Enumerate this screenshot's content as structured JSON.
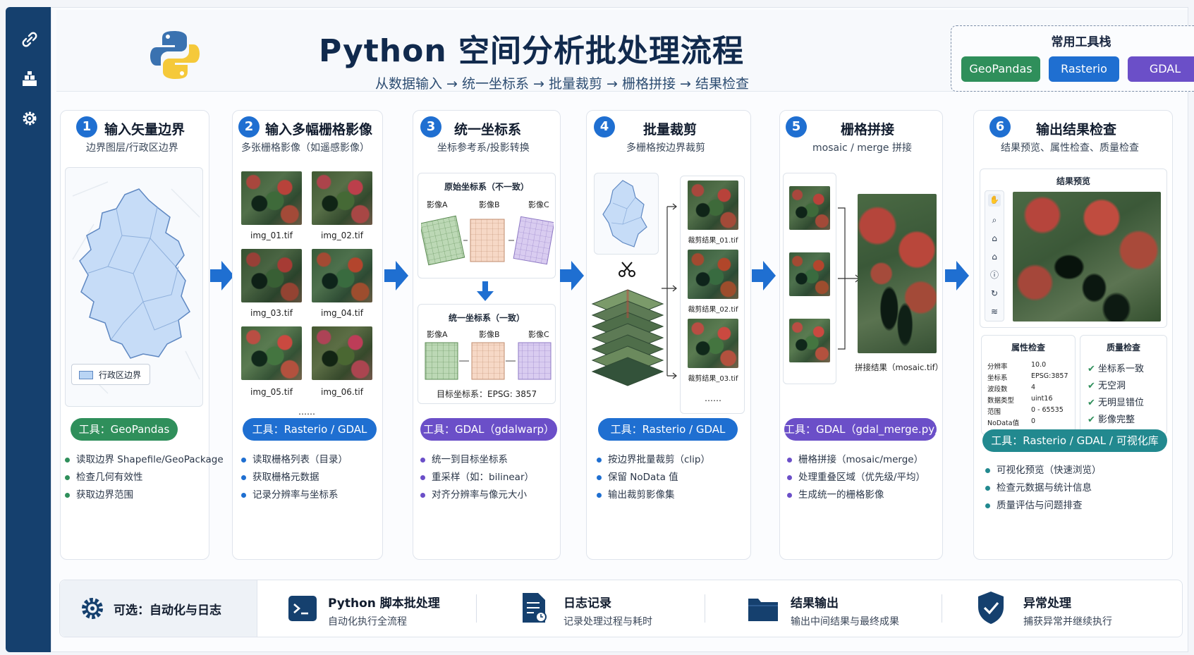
{
  "header": {
    "title": "Python 空间分析批处理流程",
    "subtitle": "从数据输入 → 统一坐标系 → 批量裁剪 → 栅格拼接 → 结果检查",
    "stack": {
      "title": "常用工具栈",
      "items": [
        {
          "label": "GeoPandas",
          "color": "#2f8f5b"
        },
        {
          "label": "Rasterio",
          "color": "#1f6fd1"
        },
        {
          "label": "GDAL",
          "color": "#6b4fc8"
        }
      ]
    }
  },
  "sidebar": {
    "icons": [
      "link-icon",
      "layers-icon",
      "gear-icon"
    ]
  },
  "steps": [
    {
      "num": "1",
      "title": "输入矢量边界",
      "sub": "边界图层/行政区边界",
      "legend": "行政区边界",
      "tool": "工具：GeoPandas",
      "tool_color": "#2f8f5b",
      "dot_color": "#2f8f5b",
      "bullets": [
        "读取边界 Shapefile/GeoPackage",
        "检查几何有效性",
        "获取边界范围"
      ]
    },
    {
      "num": "2",
      "title": "输入多幅栅格影像",
      "sub": "多张栅格影像（如遥感影像）",
      "files": [
        "img_01.tif",
        "img_02.tif",
        "img_03.tif",
        "img_04.tif",
        "img_05.tif",
        "img_06.tif"
      ],
      "more": "……",
      "tool": "工具：Rasterio / GDAL",
      "tool_color": "#1f6fd1",
      "dot_color": "#1f6fd1",
      "bullets": [
        "读取栅格列表（目录）",
        "获取栅格元数据",
        "记录分辨率与坐标系"
      ]
    },
    {
      "num": "3",
      "title": "统一坐标系",
      "sub": "坐标参考系/投影转换",
      "before_title": "原始坐标系（不一致）",
      "after_title": "统一坐标系（一致）",
      "images": [
        "影像A",
        "影像B",
        "影像C"
      ],
      "target": "目标坐标系：EPSG: 3857",
      "tool": "工具：GDAL（gdalwarp）",
      "tool_color": "#6b4fc8",
      "dot_color": "#6b4fc8",
      "bullets": [
        "统一到目标坐标系",
        "重采样（如：bilinear）",
        "对齐分辨率与像元大小"
      ]
    },
    {
      "num": "4",
      "title": "批量裁剪",
      "sub": "多栅格按边界裁剪",
      "results": [
        "裁剪结果_01.tif",
        "裁剪结果_02.tif",
        "裁剪结果_03.tif"
      ],
      "more": "……",
      "tool": "工具：Rasterio / GDAL",
      "tool_color": "#1f6fd1",
      "dot_color": "#1f6fd1",
      "bullets": [
        "按边界批量裁剪（clip）",
        "保留 NoData 值",
        "输出裁剪影像集"
      ]
    },
    {
      "num": "5",
      "title": "栅格拼接",
      "sub": "mosaic / merge 拼接",
      "mosaic_label": "拼接结果（mosaic.tif）",
      "tool": "工具：GDAL（gdal_merge.py）",
      "tool_color": "#6b4fc8",
      "dot_color": "#6b4fc8",
      "bullets": [
        "栅格拼接（mosaic/merge）",
        "处理重叠区域（优先级/平均）",
        "生成统一的栅格影像"
      ]
    },
    {
      "num": "6",
      "title": "输出结果检查",
      "sub": "结果预览、属性检查、质量检查",
      "preview_title": "结果预览",
      "attr_title": "属性检查",
      "attrs": [
        {
          "k": "分辨率",
          "v": "10.0"
        },
        {
          "k": "坐标系",
          "v": "EPSG:3857"
        },
        {
          "k": "波段数",
          "v": "4"
        },
        {
          "k": "数据类型",
          "v": "uint16"
        },
        {
          "k": "范围",
          "v": "0 - 65535"
        },
        {
          "k": "NoData值",
          "v": "0"
        }
      ],
      "quality_title": "质量检查",
      "checks": [
        "坐标系一致",
        "无空洞",
        "无明显错位",
        "影像完整"
      ],
      "tool": "工具：Rasterio / GDAL / 可视化库",
      "tool_color": "#22898f",
      "dot_color": "#22898f",
      "bullets": [
        "可视化预览（快速浏览）",
        "检查元数据与统计信息",
        "质量评估与问题排查"
      ]
    }
  ],
  "bottom": {
    "first": "可选：自动化与日志",
    "items": [
      {
        "title": "Python 脚本批处理",
        "sub": "自动化执行全流程"
      },
      {
        "title": "日志记录",
        "sub": "记录处理过程与耗时"
      },
      {
        "title": "结果输出",
        "sub": "输出中间结果与最终成果"
      },
      {
        "title": "异常处理",
        "sub": "捕获异常并继续执行"
      }
    ]
  }
}
